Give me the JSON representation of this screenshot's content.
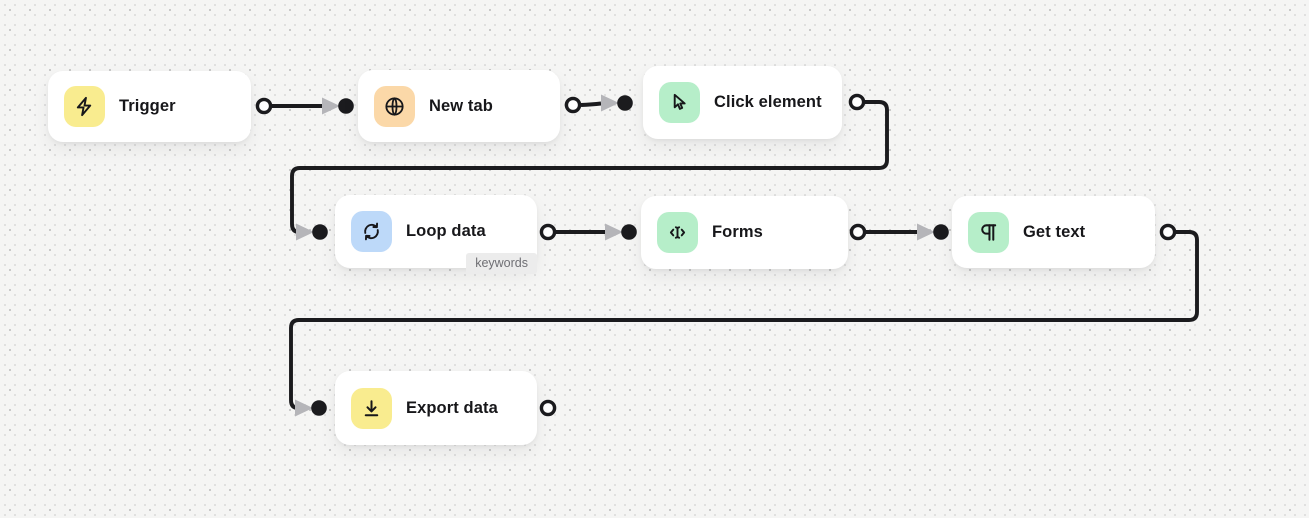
{
  "canvas": {
    "background_color": "#f5f5f4",
    "dot_color": "#c6c6c6"
  },
  "nodes": [
    {
      "label": "Trigger",
      "icon": "lightning-icon",
      "icon_bg": "#f9ec8f"
    },
    {
      "label": "New tab",
      "icon": "globe-icon",
      "icon_bg": "#fbd8a8"
    },
    {
      "label": "Click element",
      "icon": "cursor-icon",
      "icon_bg": "#b6eec9"
    },
    {
      "label": "Loop data",
      "icon": "loop-icon",
      "icon_bg": "#bdd9f9",
      "badge": "keywords"
    },
    {
      "label": "Forms",
      "icon": "text-cursor-icon",
      "icon_bg": "#b6eec9"
    },
    {
      "label": "Get text",
      "icon": "pilcrow-icon",
      "icon_bg": "#b6eec9"
    },
    {
      "label": "Export data",
      "icon": "download-icon",
      "icon_bg": "#f9ec8f"
    }
  ],
  "edge_style": {
    "line_color": "#1b1b1e",
    "arrowhead_color": "#b5b5b9",
    "port_stroke": "#1b1b1e",
    "port_fill": "#ffffff"
  }
}
